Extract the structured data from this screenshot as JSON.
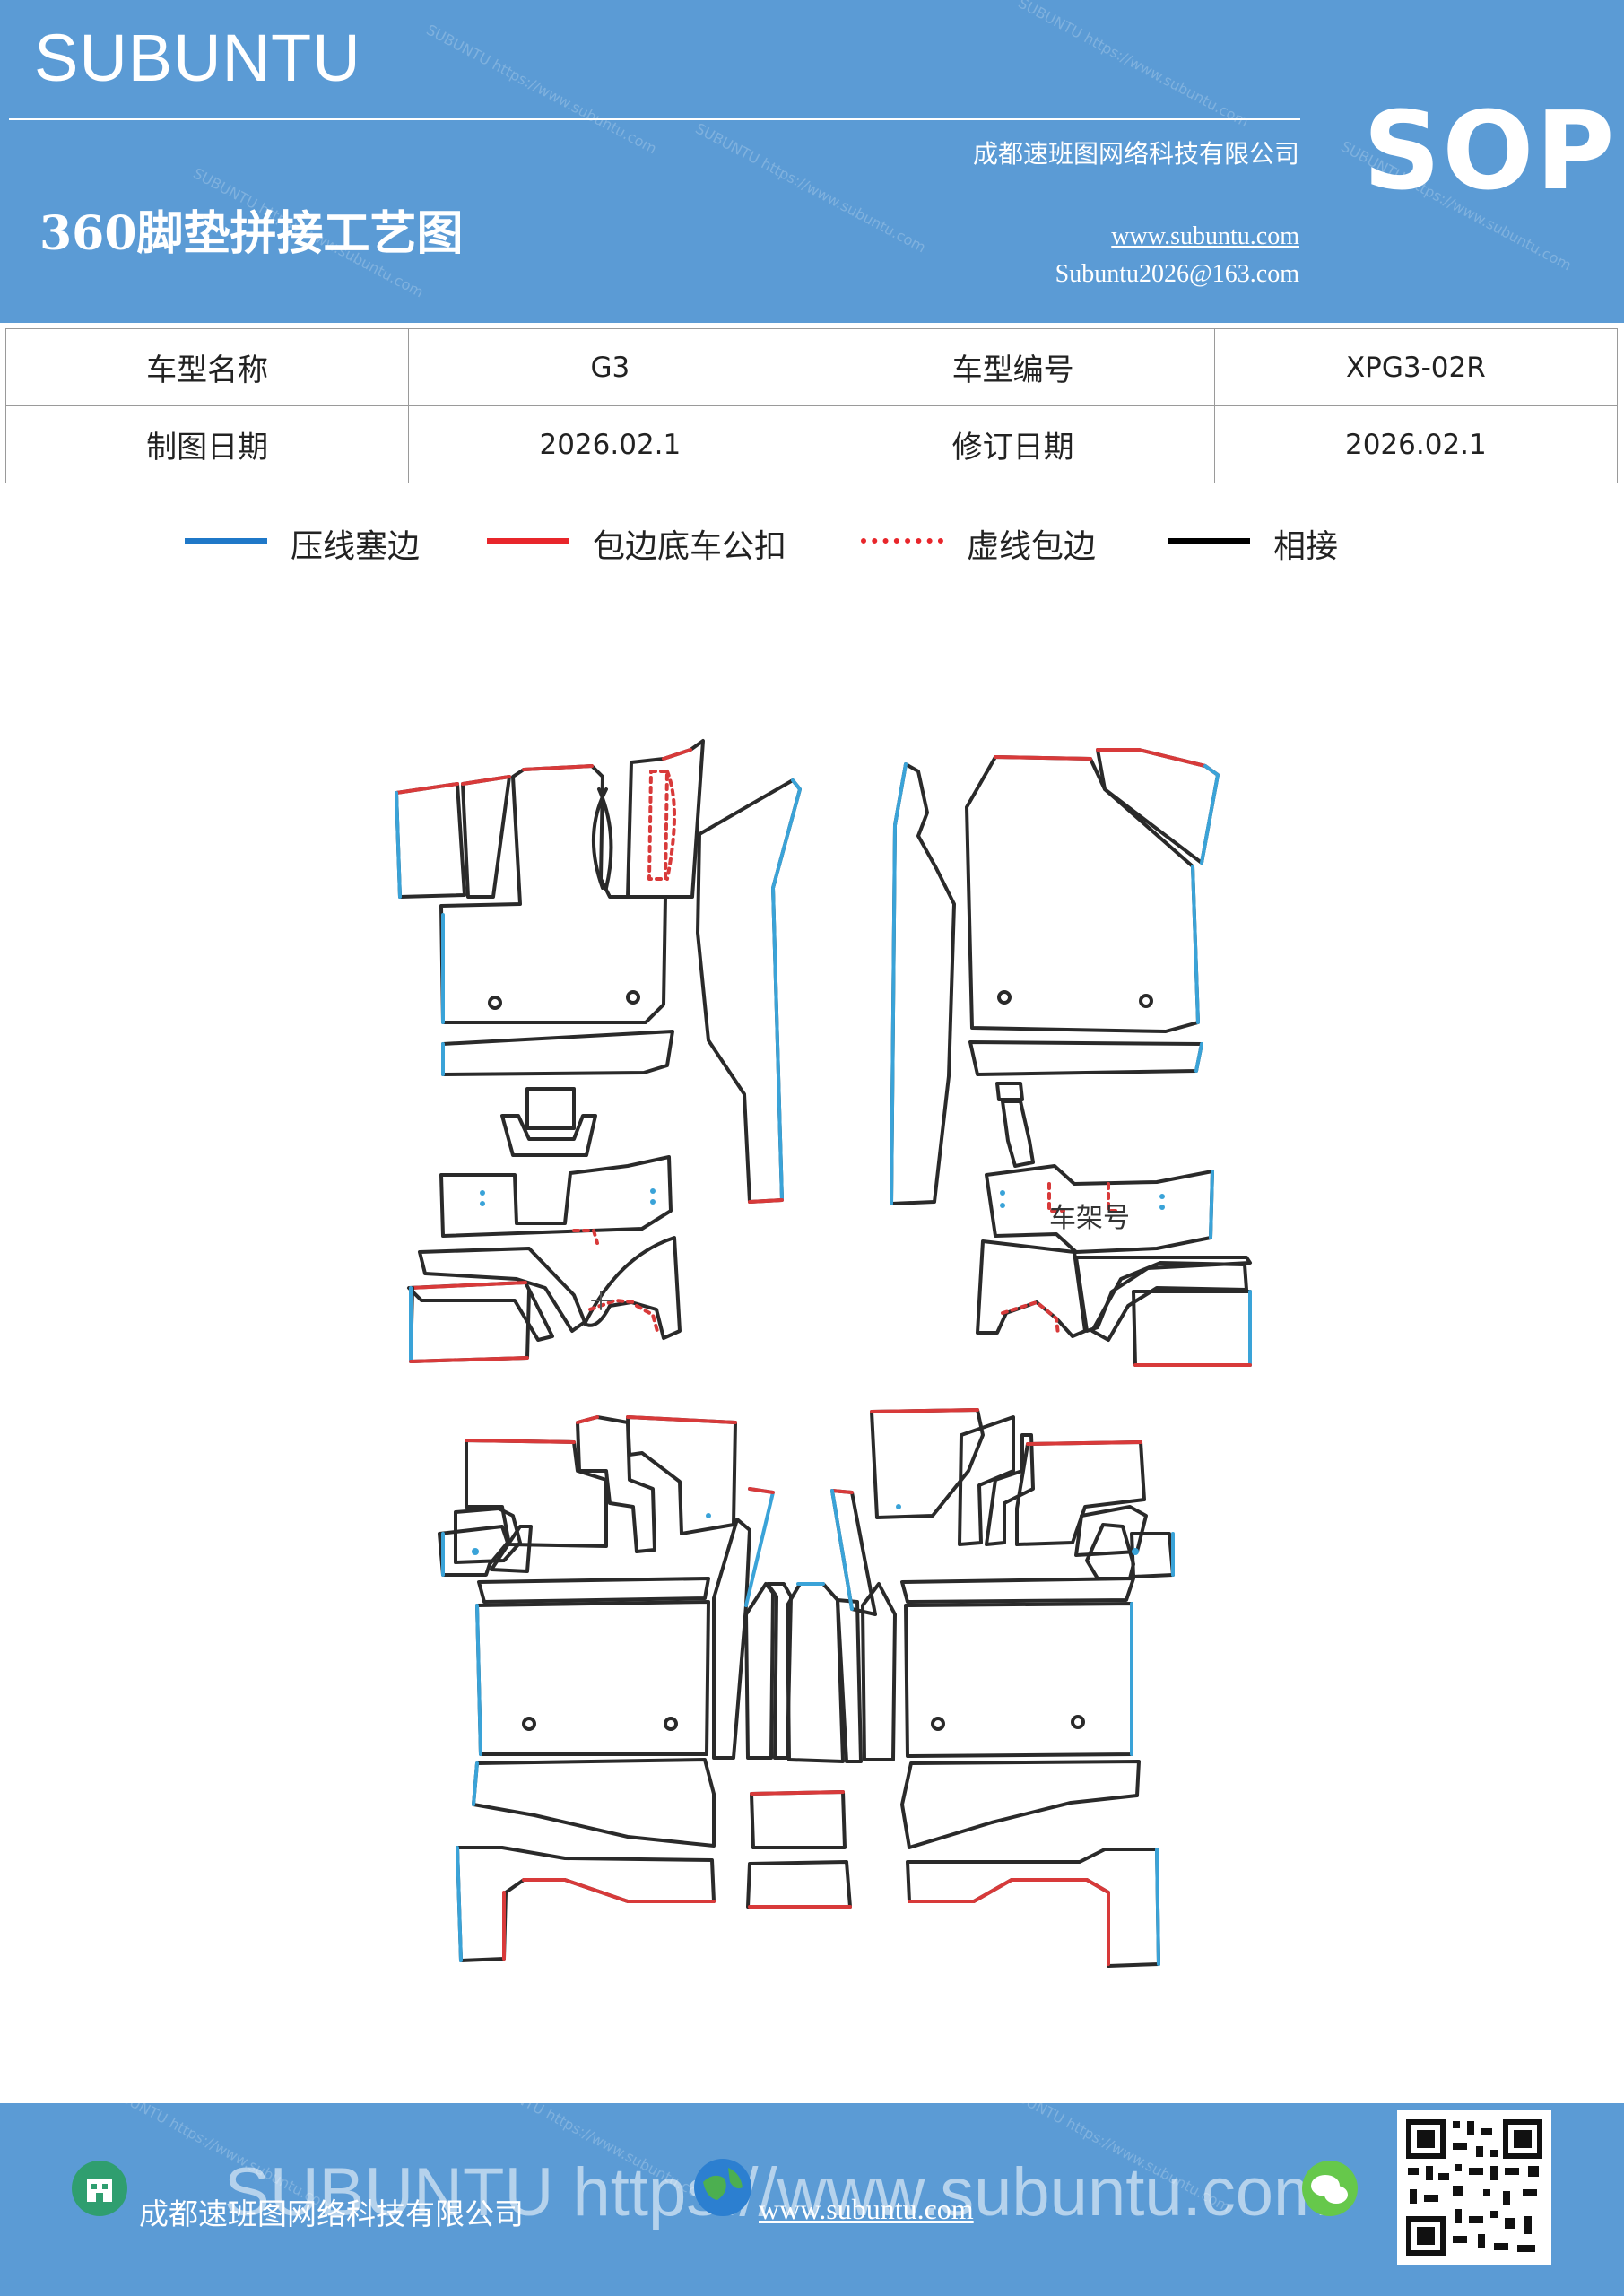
{
  "header": {
    "brand": "SUBUNTU",
    "doc_title": "360脚垫拼接工艺图",
    "company": "成都速班图网络科技有限公司",
    "website": "www.subuntu.com",
    "email": "Subuntu2026@163.com",
    "badge": "SOP"
  },
  "info_table": {
    "rows": [
      {
        "label1": "车型名称",
        "value1": "G3",
        "label2": "车型编号",
        "value2": "XPG3-02R"
      },
      {
        "label1": "制图日期",
        "value1": "2026.02.1",
        "label2": "修订日期",
        "value2": "2026.02.1"
      }
    ]
  },
  "legend": {
    "items": [
      {
        "label": "压线塞边",
        "color": "#1f78c8",
        "style": "solid"
      },
      {
        "label": "包边底车公扣",
        "color": "#e8262b",
        "style": "solid"
      },
      {
        "label": "虚线包边",
        "color": "#e8262b",
        "style": "dotted"
      },
      {
        "label": "相接",
        "color": "#000000",
        "style": "solid"
      }
    ]
  },
  "diagram": {
    "annotation_vin": "车架号",
    "colors": {
      "outline": "#2a2a2a",
      "blue_edge": "#3aa3d8",
      "red_edge": "#d83a3a"
    }
  },
  "footer": {
    "watermark_text": "SUBUNTU https://www.subuntu.com",
    "company": "成都速班图网络科技有限公司",
    "website": "www.subuntu.com"
  },
  "theme": {
    "header_bg": "#5b9bd5"
  }
}
